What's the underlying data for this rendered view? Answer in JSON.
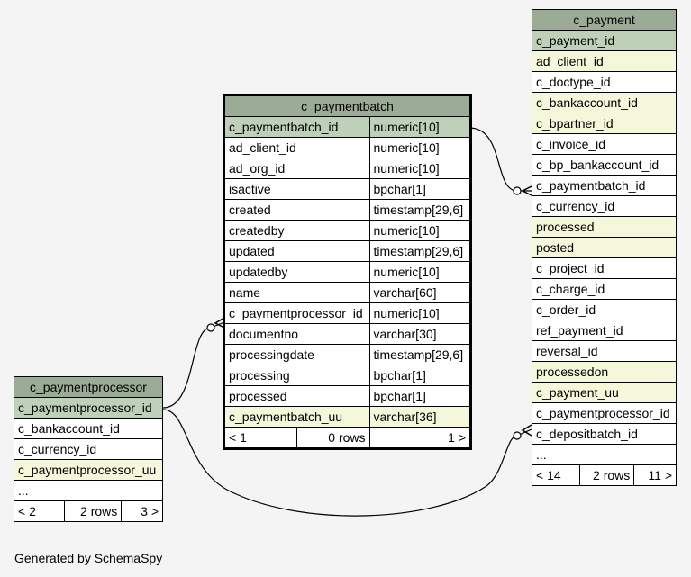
{
  "footer_text": "Generated by SchemaSpy",
  "colors": {
    "title_bg": "#9bab96",
    "pk_bg": "#bed1b8",
    "indexed_bg": "#f4f7da",
    "background": "#f4f4f4"
  },
  "c_paymentbatch": {
    "name": "c_paymentbatch",
    "columns": [
      {
        "name": "c_paymentbatch_id",
        "type": "numeric[10]"
      },
      {
        "name": "ad_client_id",
        "type": "numeric[10]"
      },
      {
        "name": "ad_org_id",
        "type": "numeric[10]"
      },
      {
        "name": "isactive",
        "type": "bpchar[1]"
      },
      {
        "name": "created",
        "type": "timestamp[29,6]"
      },
      {
        "name": "createdby",
        "type": "numeric[10]"
      },
      {
        "name": "updated",
        "type": "timestamp[29,6]"
      },
      {
        "name": "updatedby",
        "type": "numeric[10]"
      },
      {
        "name": "name",
        "type": "varchar[60]"
      },
      {
        "name": "c_paymentprocessor_id",
        "type": "numeric[10]"
      },
      {
        "name": "documentno",
        "type": "varchar[30]"
      },
      {
        "name": "processingdate",
        "type": "timestamp[29,6]"
      },
      {
        "name": "processing",
        "type": "bpchar[1]"
      },
      {
        "name": "processed",
        "type": "bpchar[1]"
      },
      {
        "name": "c_paymentbatch_uu",
        "type": "varchar[36]"
      }
    ],
    "footer": {
      "parents": "< 1",
      "rows": "0 rows",
      "children": "1 >"
    }
  },
  "c_payment": {
    "name": "c_payment",
    "columns": [
      "c_payment_id",
      "ad_client_id",
      "c_doctype_id",
      "c_bankaccount_id",
      "c_bpartner_id",
      "c_invoice_id",
      "c_bp_bankaccount_id",
      "c_paymentbatch_id",
      "c_currency_id",
      "processed",
      "posted",
      "c_project_id",
      "c_charge_id",
      "c_order_id",
      "ref_payment_id",
      "reversal_id",
      "processedon",
      "c_payment_uu",
      "c_paymentprocessor_id",
      "c_depositbatch_id",
      "..."
    ],
    "footer": {
      "parents": "< 14",
      "rows": "2 rows",
      "children": "11 >"
    }
  },
  "c_paymentprocessor": {
    "name": "c_paymentprocessor",
    "columns": [
      "c_paymentprocessor_id",
      "c_bankaccount_id",
      "c_currency_id",
      "c_paymentprocessor_uu",
      "..."
    ],
    "footer": {
      "parents": "< 2",
      "rows": "2 rows",
      "children": "3 >"
    }
  }
}
